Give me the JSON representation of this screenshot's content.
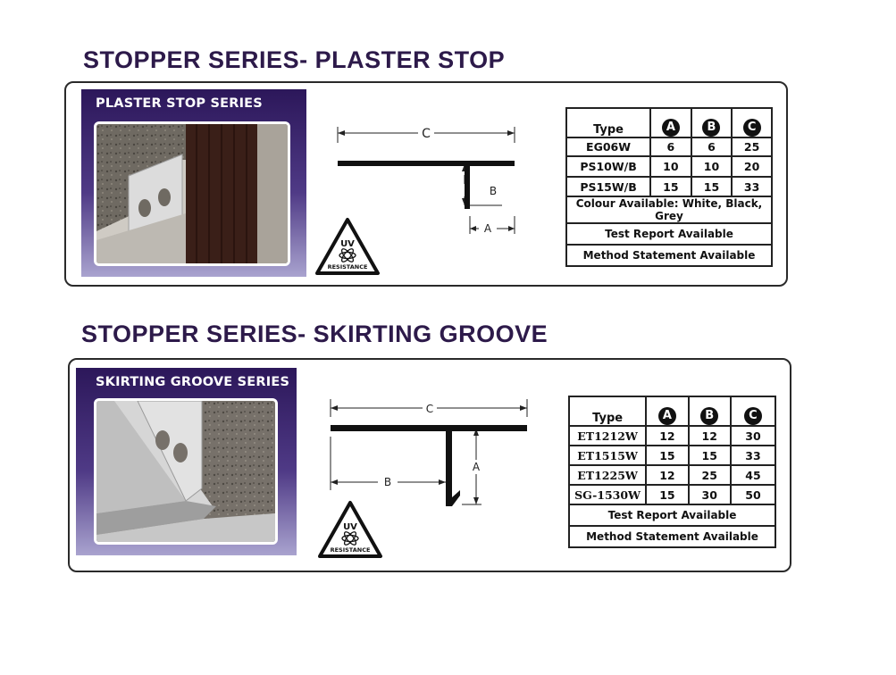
{
  "sections": [
    {
      "heading": "STOPPER SERIES- PLASTER STOP",
      "photo_title": "PLASTER STOP SERIES",
      "uv_badge": {
        "top": "UV",
        "bottom": "RESISTANCE",
        "icon": "atom-icon"
      },
      "diagram_labels": {
        "c": "C",
        "b": "B",
        "a": "A"
      },
      "table": {
        "headers": [
          "Type",
          "A",
          "B",
          "C"
        ],
        "rows": [
          [
            "EG06W",
            "6",
            "6",
            "25"
          ],
          [
            "PS10W/B",
            "10",
            "10",
            "20"
          ],
          [
            "PS15W/B",
            "15",
            "15",
            "33"
          ]
        ],
        "notes": [
          "Colour Available: White, Black, Grey",
          "Test Report Available",
          "Method Statement Available"
        ]
      }
    },
    {
      "heading": "STOPPER SERIES- SKIRTING GROOVE",
      "photo_title": "SKIRTING GROOVE SERIES",
      "uv_badge": {
        "top": "UV",
        "bottom": "RESISTANCE",
        "icon": "atom-icon"
      },
      "diagram_labels": {
        "c": "C",
        "b": "B",
        "a": "A"
      },
      "table": {
        "headers": [
          "Type",
          "A",
          "B",
          "C"
        ],
        "rows": [
          [
            "ET1212W",
            "12",
            "12",
            "30"
          ],
          [
            "ET1515W",
            "15",
            "15",
            "33"
          ],
          [
            "ET1225W",
            "12",
            "25",
            "45"
          ],
          [
            "SG-1530W",
            "15",
            "30",
            "50"
          ]
        ],
        "notes": [
          "Test Report Available",
          "Method Statement Available"
        ]
      }
    }
  ]
}
